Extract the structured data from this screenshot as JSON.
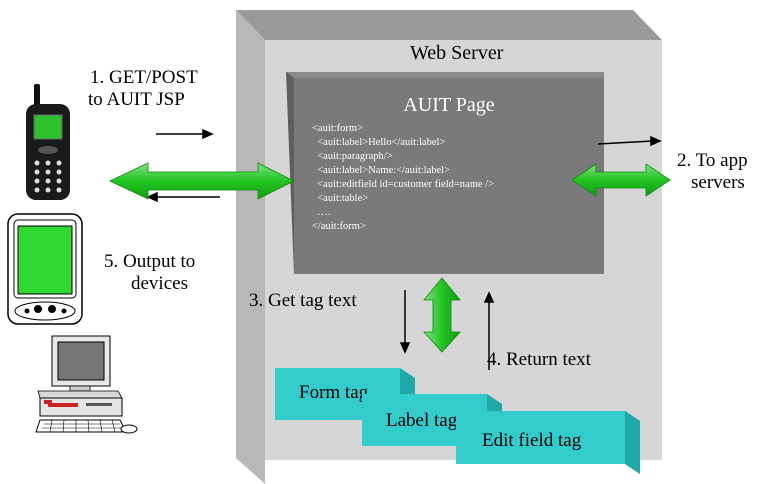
{
  "server": {
    "title": "Web Server"
  },
  "auit_page": {
    "title": "AUIT Page",
    "code_lines": [
      "<auit:form>",
      "  <auit:label>Hello</auit:label>",
      "  <auit:paragraph/>",
      "  <auit:label>Name:</auit:label>",
      "  <auit:editfield id=customer field=name />",
      "  <auit:table>",
      "  ….",
      "</auit:form>"
    ]
  },
  "steps": {
    "step1": [
      "1. GET/POST",
      "to AUIT JSP"
    ],
    "step2": [
      "2. To app",
      "servers"
    ],
    "step3": "3. Get tag text",
    "step4": "4. Return text",
    "step5": [
      "5. Output to",
      "devices"
    ]
  },
  "tags": {
    "form": "Form tag",
    "label": "Label tag",
    "edit": "Edit field tag"
  },
  "colors": {
    "server_face": "#d4d4d4",
    "server_side": "#a9a9a9",
    "page_face": "#808080",
    "arrow_green": "#33cc33",
    "tag_cyan": "#33cccc"
  }
}
